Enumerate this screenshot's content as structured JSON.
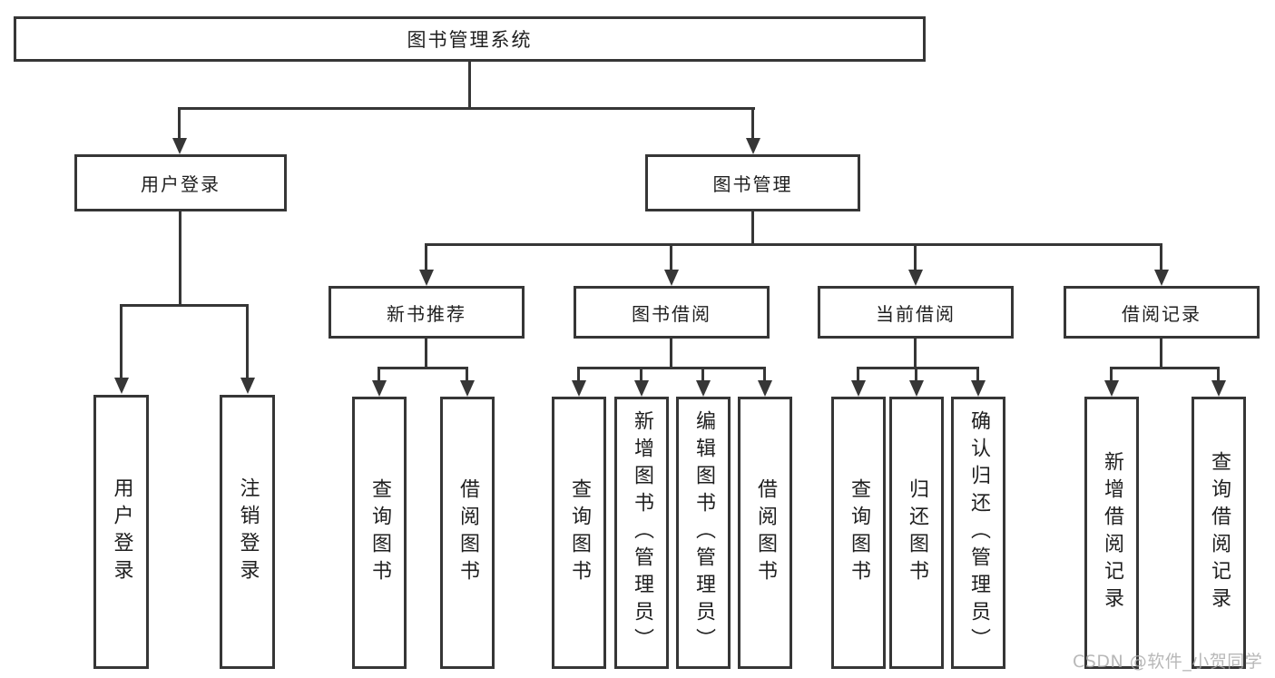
{
  "page": {
    "watermark": "CSDN @软件_小贺同学",
    "background_color": "#ffffff",
    "line_color": "#363636",
    "text_color": "#1f1f1f",
    "watermark_color": "#a8a8a8"
  },
  "tree": {
    "label": "图书管理系统",
    "children": [
      {
        "label": "用户登录",
        "children": [
          {
            "label": "用户登录"
          },
          {
            "label": "注销登录"
          }
        ]
      },
      {
        "label": "图书管理",
        "children": [
          {
            "label": "新书推荐",
            "children": [
              {
                "label": "查询图书"
              },
              {
                "label": "借阅图书"
              }
            ]
          },
          {
            "label": "图书借阅",
            "children": [
              {
                "label": "查询图书"
              },
              {
                "label": "新增图书（管理员）"
              },
              {
                "label": "编辑图书（管理员）"
              },
              {
                "label": "借阅图书"
              }
            ]
          },
          {
            "label": "当前借阅",
            "children": [
              {
                "label": "查询图书"
              },
              {
                "label": "归还图书"
              },
              {
                "label": "确认归还（管理员）"
              }
            ]
          },
          {
            "label": "借阅记录",
            "children": [
              {
                "label": "新增借阅记录"
              },
              {
                "label": "查询借阅记录"
              }
            ]
          }
        ]
      }
    ]
  }
}
